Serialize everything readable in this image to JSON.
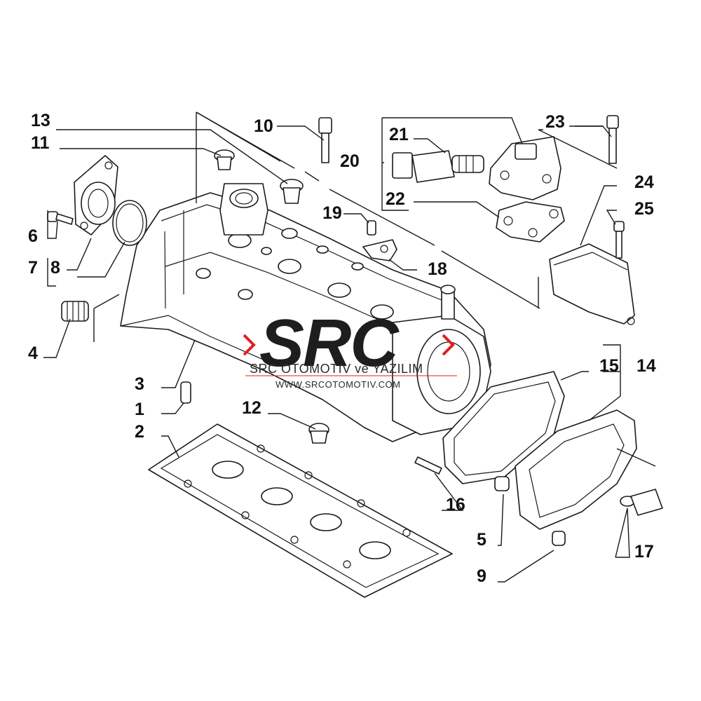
{
  "callouts": {
    "c1": "1",
    "c2": "2",
    "c3": "3",
    "c4": "4",
    "c5": "5",
    "c6": "6",
    "c7": "7",
    "c8": "8",
    "c9": "9",
    "c10": "10",
    "c11": "11",
    "c12": "12",
    "c13": "13",
    "c14": "14",
    "c15": "15",
    "c16": "16",
    "c17": "17",
    "c18": "18",
    "c19": "19",
    "c20": "20",
    "c21": "21",
    "c22": "22",
    "c23": "23",
    "c24": "24",
    "c25": "25"
  },
  "watermark": {
    "brand": "SRC",
    "subtitle": "SRC OTOMOTIV ve YAZILIM",
    "website": "WWW.SRCOTOMOTIV.COM",
    "accent_color": "#e02020"
  },
  "colors": {
    "line": "#1a1a1a",
    "background": "#ffffff"
  }
}
